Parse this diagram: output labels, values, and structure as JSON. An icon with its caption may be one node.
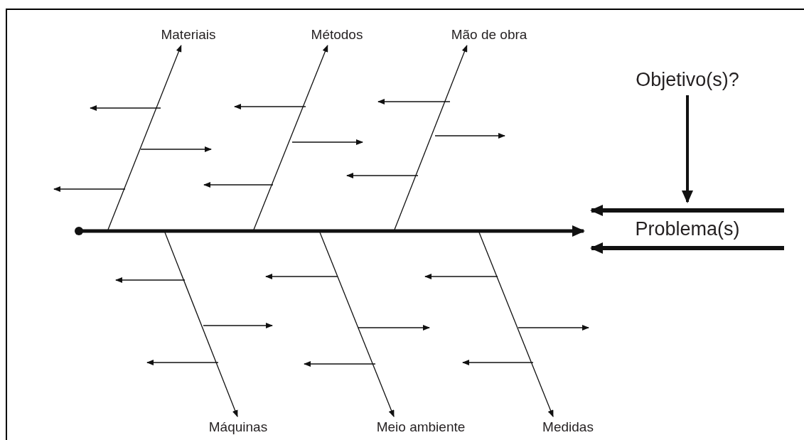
{
  "diagram": {
    "nodes": [
      {
        "text": [
          "Materiais"
        ]
      },
      {
        "text": [
          "Métodos"
        ]
      },
      {
        "text": [
          "Mão de obra"
        ]
      },
      {
        "text": [
          "Máquinas"
        ]
      },
      {
        "text": [
          "Meio ambiente"
        ]
      },
      {
        "text": [
          "Medidas"
        ]
      },
      {
        "text": [
          "Objetivo(s)?"
        ]
      },
      {
        "text": [
          "Problema(s)"
        ]
      }
    ],
    "edges": [
      {
        "from": null,
        "to": 0,
        "arrow": "to"
      },
      {
        "from": null,
        "to": 1,
        "arrow": "to"
      },
      {
        "from": null,
        "to": 2,
        "arrow": "to"
      },
      {
        "from": null,
        "to": 3,
        "arrow": "to"
      },
      {
        "from": null,
        "to": 4,
        "arrow": "to"
      },
      {
        "from": null,
        "to": 5,
        "arrow": "to"
      },
      {
        "from": null,
        "to": 7,
        "arrow": "to",
        "style": "thick"
      },
      {
        "from": 6,
        "to": 7,
        "arrow": "to",
        "style": "thick"
      }
    ]
  }
}
